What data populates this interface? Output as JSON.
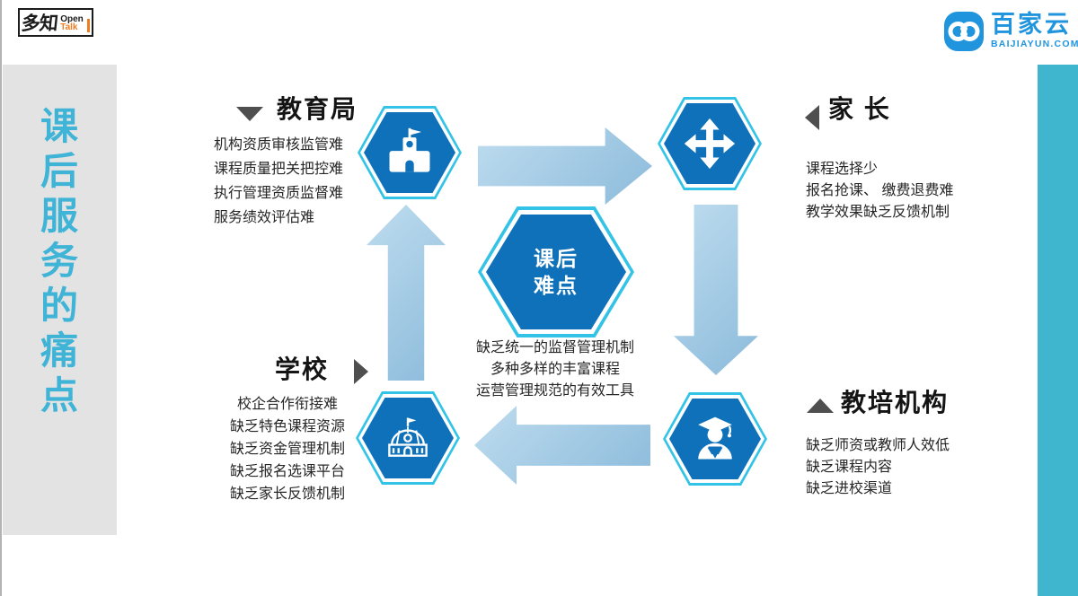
{
  "header": {
    "opentalk_cn": "多知",
    "opentalk_open": "Open",
    "opentalk_talk": "Talk",
    "baijiayun_name": "百家云",
    "baijiayun_domain": "BAIJIAYUN.COM"
  },
  "sidebar": {
    "title": "课后服务的痛点",
    "chars": [
      "课",
      "后",
      "服",
      "务",
      "的",
      "痛",
      "点"
    ]
  },
  "center_hex": {
    "line1": "课后",
    "line2": "难点"
  },
  "center_points": [
    "缺乏统一的监督管理机制",
    "多种多样的丰富课程",
    "运营管理规范的有效工具"
  ],
  "nodes": {
    "edu": {
      "title": "教育局",
      "points": [
        "机构资质审核监管难",
        "课程质量把关把控难",
        "执行管理资质监督难",
        "服务绩效评估难"
      ]
    },
    "parent": {
      "title": "家 长",
      "points": [
        "课程选择少",
        "报名抢课、 缴费退费难",
        "教学效果缺乏反馈机制"
      ]
    },
    "school": {
      "title": "学校",
      "points": [
        "校企合作衔接难",
        "缺乏特色课程资源",
        "缺乏资金管理机制",
        "缺乏报名选课平台",
        "缺乏家长反馈机制"
      ]
    },
    "org": {
      "title": "教培机构",
      "points": [
        "缺乏师资或教师人效低",
        "缺乏课程内容",
        "缺乏进校渠道"
      ]
    }
  },
  "colors": {
    "hex_fill": "#0e71ba",
    "hex_ring": "#33c3e6",
    "arrow_light": "#bedcef",
    "arrow_dark": "#8cbbdb",
    "accent_cyan": "#3fb6ce",
    "sidebar_text": "#3fb4d6",
    "brand_blue": "#2095dd",
    "brand_orange": "#ee7c21"
  }
}
